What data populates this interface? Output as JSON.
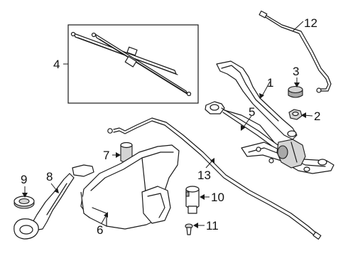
{
  "labels": {
    "1": "1",
    "2": "2",
    "3": "3",
    "4": "4",
    "5": "5",
    "6": "6",
    "7": "7",
    "8": "8",
    "9": "9",
    "10": "10",
    "11": "11",
    "12": "12",
    "13": "13"
  }
}
